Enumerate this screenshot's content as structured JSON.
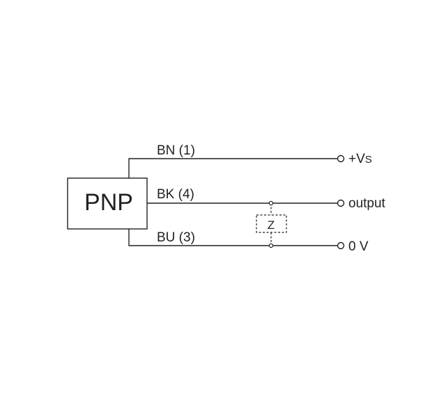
{
  "component": {
    "label": "PNP"
  },
  "wires": {
    "brown": {
      "label": "BN (1)",
      "terminal": "+Vs"
    },
    "black": {
      "label": "BK (4)",
      "terminal": "output"
    },
    "blue": {
      "label": "BU (3)",
      "terminal": "0 V"
    }
  },
  "load": {
    "label": "Z"
  }
}
